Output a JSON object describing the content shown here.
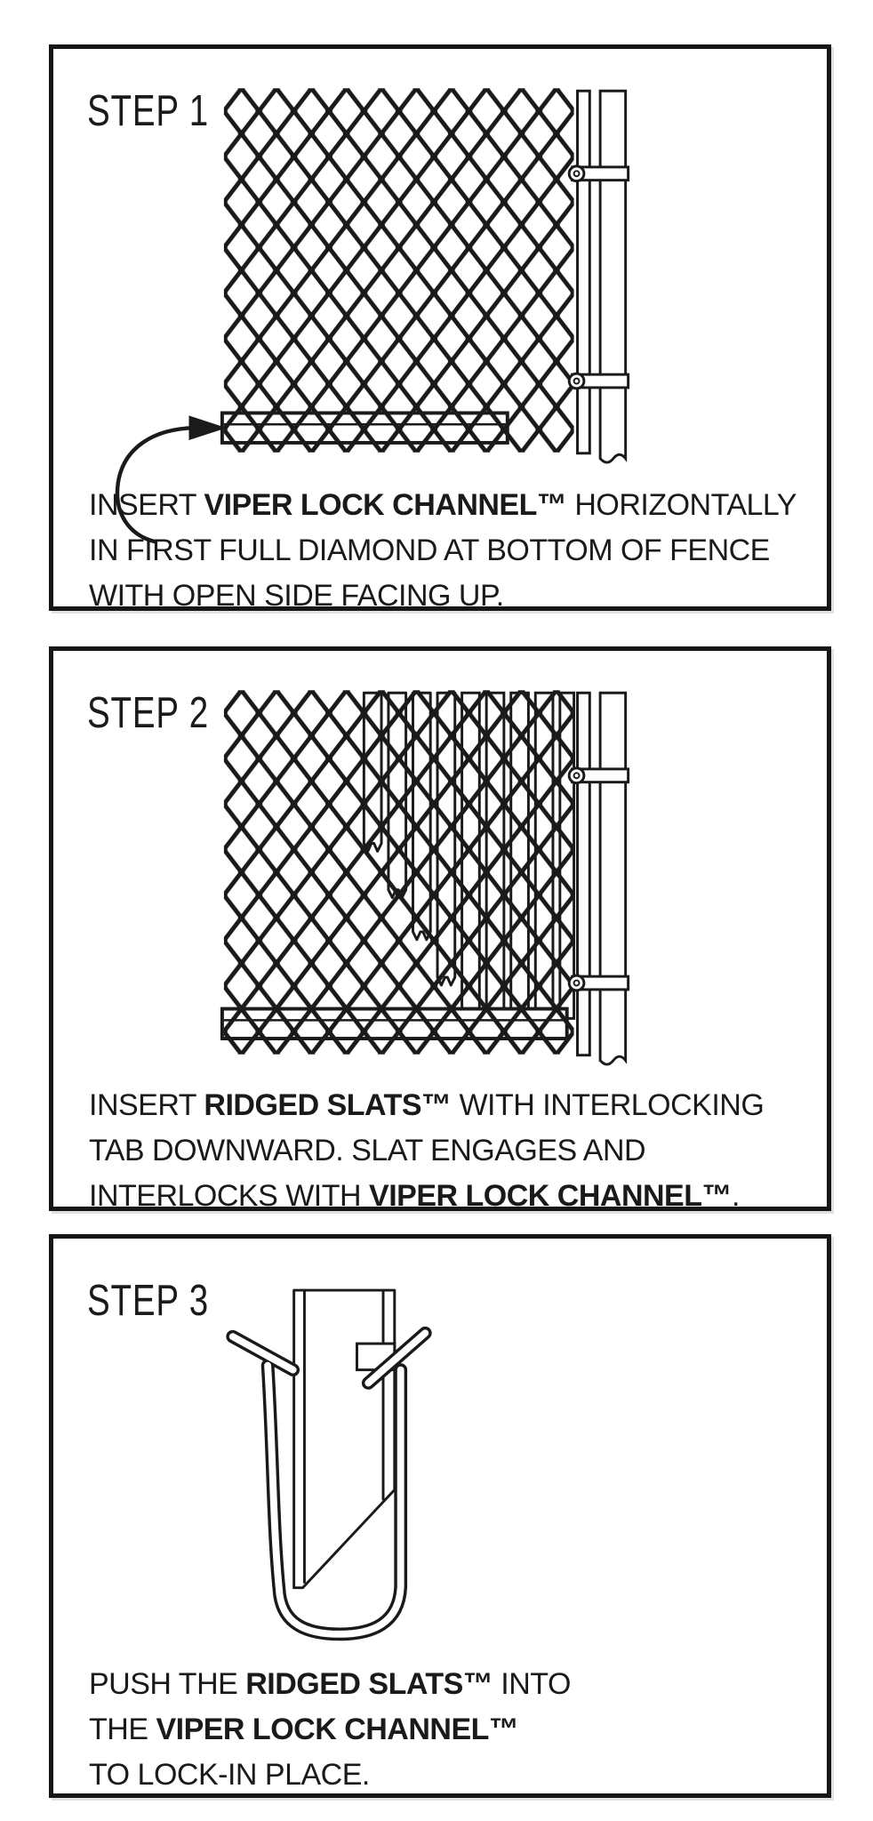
{
  "colors": {
    "ink": "#1a1a1a",
    "panel_border": "#161616",
    "panel_background": "#ffffff"
  },
  "panels": [
    {
      "step_label": "STEP 1",
      "caption": [
        {
          "pre": "INSERT ",
          "bold": "VIPER LOCK CHANNEL™",
          "post": " HORIZONTALLY"
        },
        {
          "pre": "IN FIRST FULL DIAMOND AT BOTTOM OF FENCE",
          "bold": "",
          "post": ""
        },
        {
          "pre": "WITH OPEN SIDE FACING UP.",
          "bold": "",
          "post": ""
        }
      ]
    },
    {
      "step_label": "STEP 2",
      "caption": [
        {
          "pre": "INSERT ",
          "bold": "RIDGED SLATS™",
          "post": " WITH INTERLOCKING"
        },
        {
          "pre": "TAB DOWNWARD. SLAT ENGAGES AND",
          "bold": "",
          "post": ""
        },
        {
          "pre": "INTERLOCKS WITH ",
          "bold": "VIPER LOCK CHANNEL™",
          "post": "."
        }
      ]
    },
    {
      "step_label": "STEP 3",
      "caption": [
        {
          "pre": "PUSH THE ",
          "bold": "RIDGED SLATS™",
          "post": " INTO"
        },
        {
          "pre": "THE ",
          "bold": "VIPER LOCK CHANNEL™",
          "post": ""
        },
        {
          "pre": "TO LOCK-IN PLACE.",
          "bold": "",
          "post": ""
        }
      ]
    }
  ]
}
